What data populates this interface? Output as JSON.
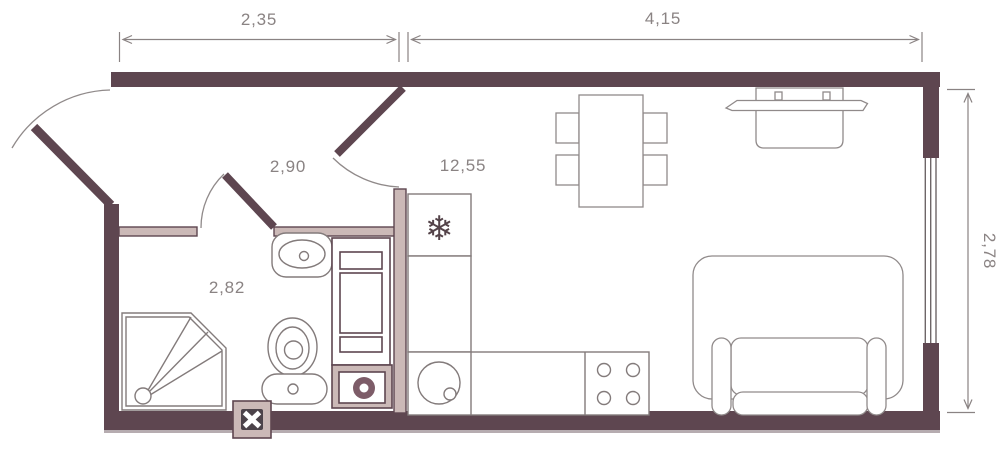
{
  "floor_plan": {
    "dimension_labels": {
      "top_left": "2,35",
      "top_right": "4,15",
      "right": "2,78"
    },
    "room_areas": {
      "hallway": "2,90",
      "living_kitchen": "12,55",
      "bathroom": "2,82"
    },
    "icons": {
      "snowflake": "❄"
    },
    "colors": {
      "wall": "#5e4650",
      "partition": "#cbb9b7",
      "furniture_line": "#908a8a",
      "fixture_line": "#837b7b",
      "dimension": "#8a8383",
      "washer_drum": "#7d5c68",
      "vent_dark": "#4c434a",
      "background": "#ffffff"
    }
  }
}
